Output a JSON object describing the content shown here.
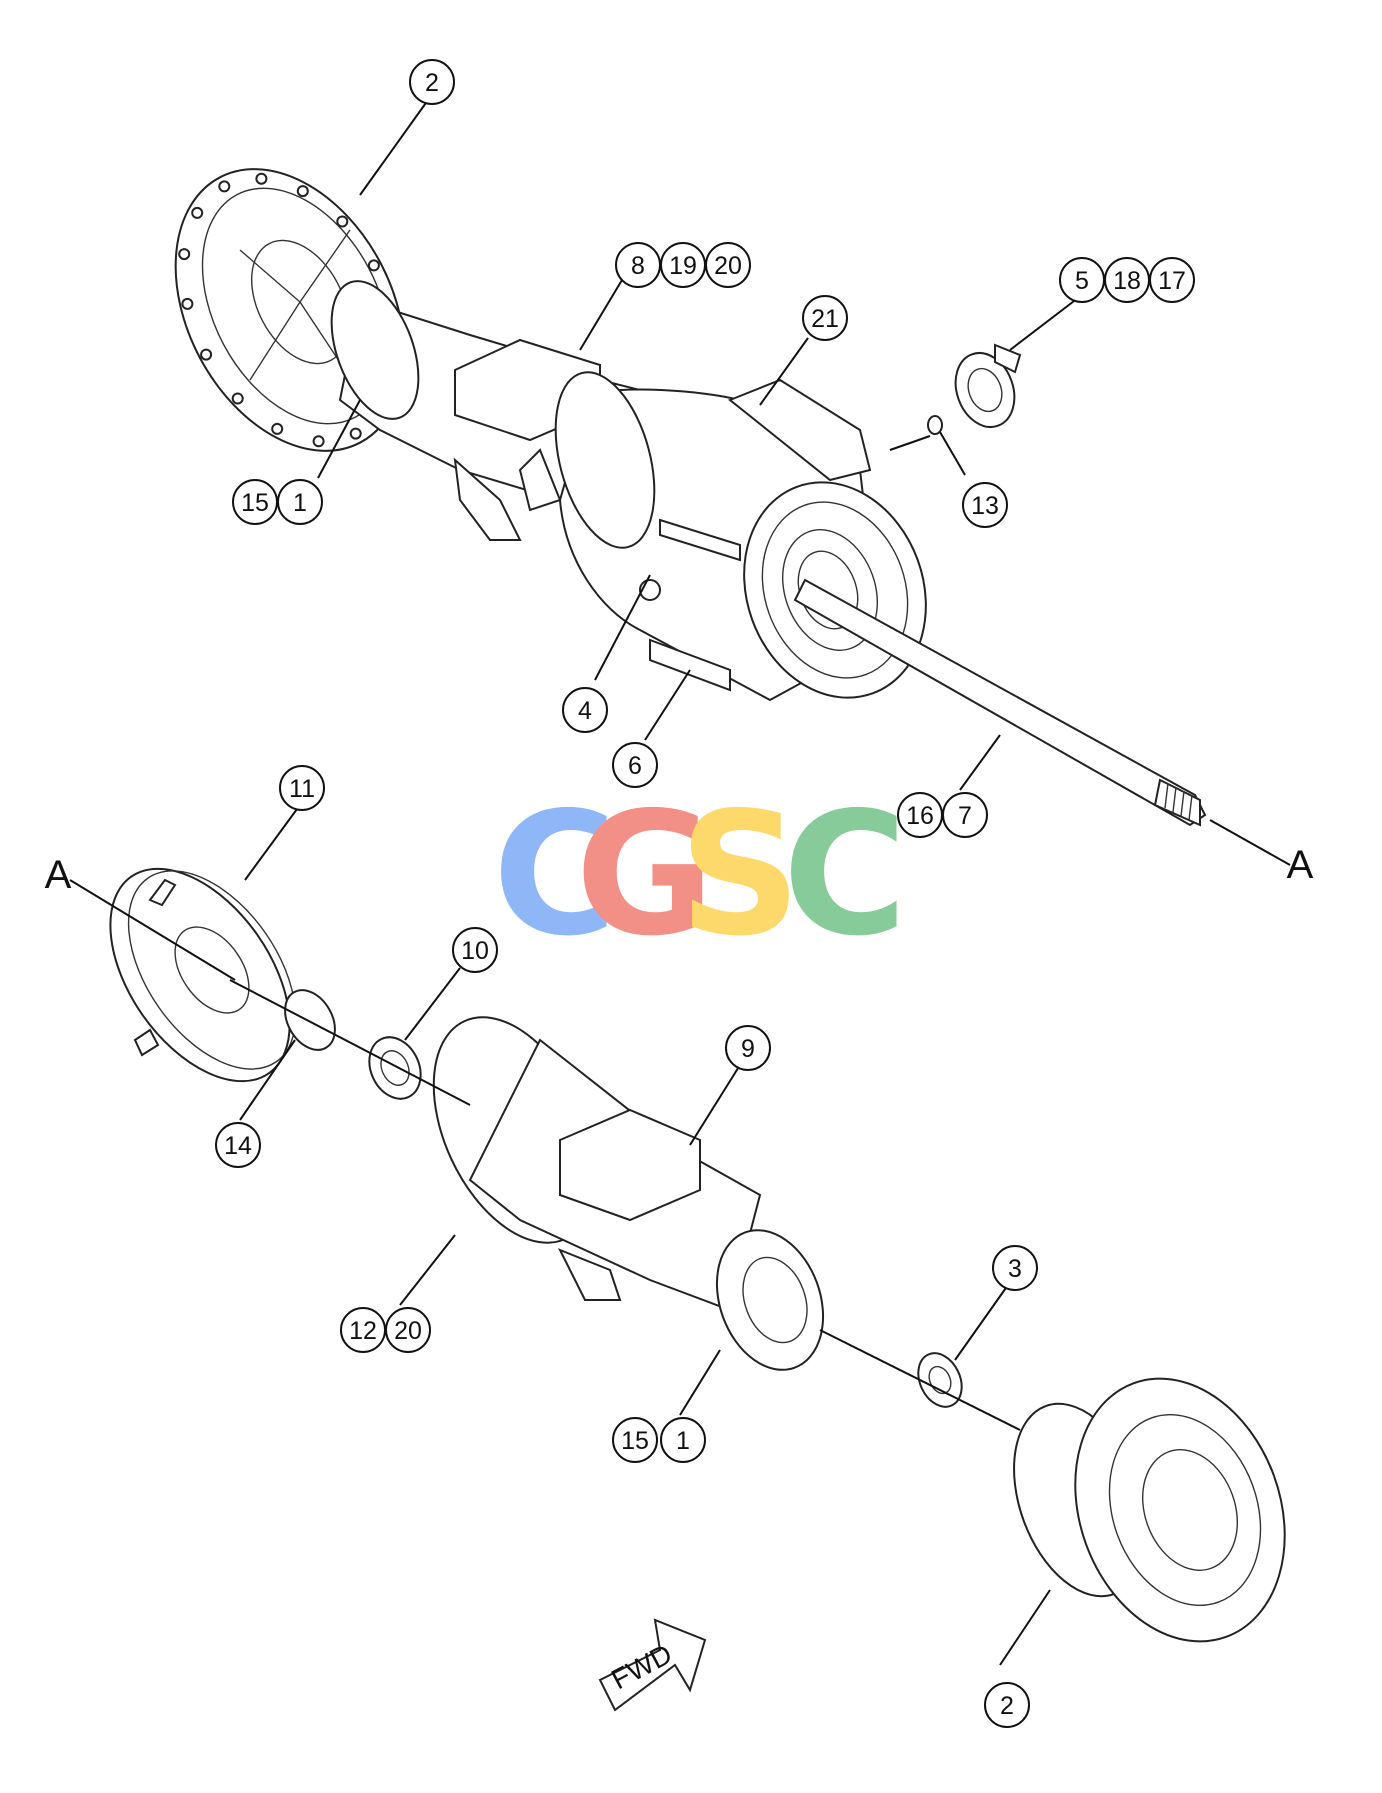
{
  "callouts": [
    {
      "id": "c-2-top",
      "label": "2"
    },
    {
      "id": "c-8",
      "label": "8"
    },
    {
      "id": "c-19",
      "label": "19"
    },
    {
      "id": "c-20-top",
      "label": "20"
    },
    {
      "id": "c-21",
      "label": "21"
    },
    {
      "id": "c-5",
      "label": "5"
    },
    {
      "id": "c-18",
      "label": "18"
    },
    {
      "id": "c-17",
      "label": "17"
    },
    {
      "id": "c-15-top",
      "label": "15"
    },
    {
      "id": "c-1-top",
      "label": "1"
    },
    {
      "id": "c-13",
      "label": "13"
    },
    {
      "id": "c-4",
      "label": "4"
    },
    {
      "id": "c-6",
      "label": "6"
    },
    {
      "id": "c-16",
      "label": "16"
    },
    {
      "id": "c-7",
      "label": "7"
    },
    {
      "id": "c-11",
      "label": "11"
    },
    {
      "id": "c-10",
      "label": "10"
    },
    {
      "id": "c-9",
      "label": "9"
    },
    {
      "id": "c-14",
      "label": "14"
    },
    {
      "id": "c-12",
      "label": "12"
    },
    {
      "id": "c-20-bot",
      "label": "20"
    },
    {
      "id": "c-3",
      "label": "3"
    },
    {
      "id": "c-15-bot",
      "label": "15"
    },
    {
      "id": "c-1-bot",
      "label": "1"
    },
    {
      "id": "c-2-bot",
      "label": "2"
    }
  ],
  "section_marks": {
    "left": "A",
    "right": "A"
  },
  "watermark": {
    "letters": [
      "C",
      "G",
      "S",
      "C"
    ],
    "colors": [
      "#8ab4f8",
      "#f28b82",
      "#fdd663",
      "#81c995"
    ]
  },
  "fwd_arrow": {
    "label": "FWD"
  }
}
